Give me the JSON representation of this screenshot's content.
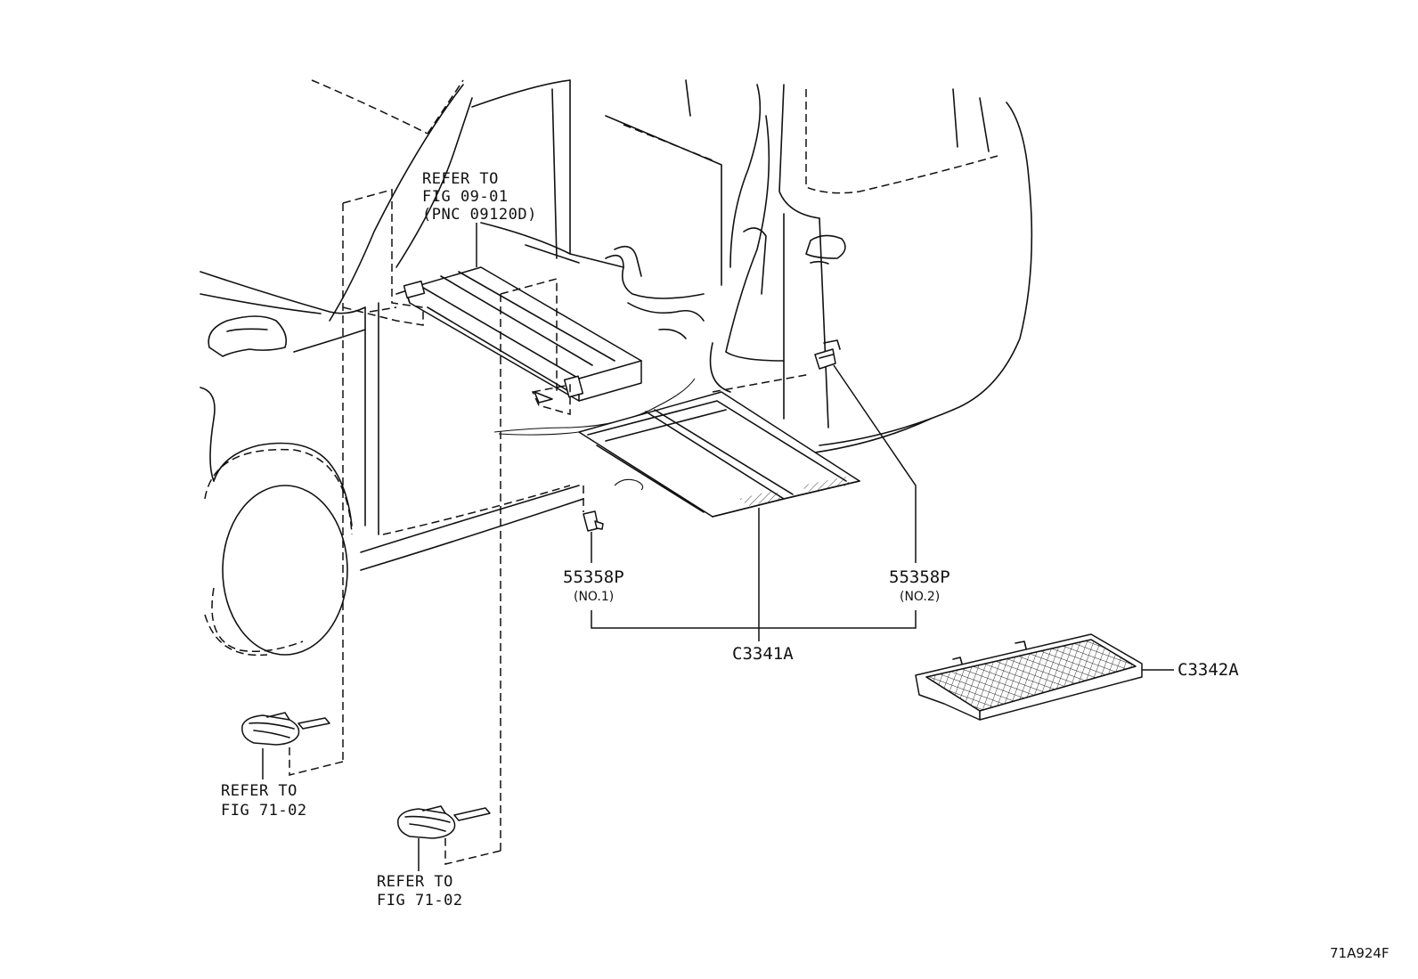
{
  "labels": {
    "ref_top_l1": "REFER TO",
    "ref_top_l2": "FIG 09-01",
    "ref_top_l3": "(PNC 09120D)",
    "ref_left_l1": "REFER TO",
    "ref_left_l2": "FIG 71-02",
    "ref_bottom_l1": "REFER TO",
    "ref_bottom_l2": "FIG 71-02",
    "part_no1": "55358P",
    "part_no1_sub": "(NO.1)",
    "part_no2": "55358P",
    "part_no2_sub": "(NO.2)",
    "assembly": "C3341A",
    "mat": "C3342A",
    "figure_code": "71A924F"
  }
}
